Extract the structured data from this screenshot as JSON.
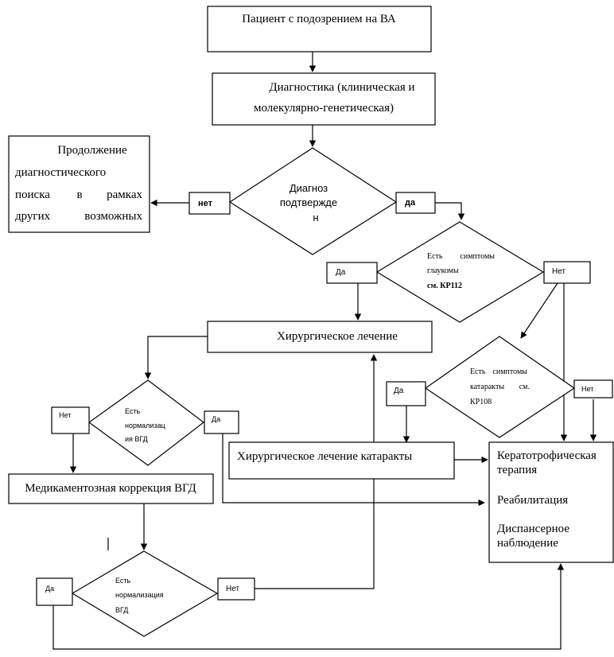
{
  "nodes": {
    "patient": "Пациент с подозрением на ВА",
    "diagnostics_l1": "Диагностика (клиническая и",
    "diagnostics_l2": "молекулярно-генетическая)",
    "continue_l1": "Продолжение",
    "continue_l2": "диагностического",
    "continue_l3a": "поиска",
    "continue_l3b": "в",
    "continue_l3c": "рамках",
    "continue_l4a": "других",
    "continue_l4b": "возможных",
    "diag_q_l1": "Диагноз",
    "diag_q_l2": "подтвержде",
    "diag_q_l3": "н",
    "glaucoma_q_l1a": "Есть",
    "glaucoma_q_l1b": "симптомы",
    "glaucoma_q_l2": "глаукомы",
    "glaucoma_q_l3": "см. КР112",
    "surgery": "Хирургическое лечение",
    "cataract_q_l1a": "Есть",
    "cataract_q_l1b": "симптомы",
    "cataract_q_l2a": "катаракты",
    "cataract_q_l2b": "см.",
    "cataract_q_l3": "КР108",
    "iop_q1_l1": "Есть",
    "iop_q1_l2": "нормализац",
    "iop_q1_l3": "ия ВГД",
    "cataract_surgery": "Хирургическое лечение катаракты",
    "medical_iop": "Медикаментозная коррекция ВГД",
    "therapy_l1": "Кератотрофическая",
    "therapy_l2": "терапия",
    "therapy_l3": "Реабилитация",
    "therapy_l4": "Диспансерное",
    "therapy_l5": "наблюдение",
    "iop_q2_l1": "Есть",
    "iop_q2_l2": "нормализация",
    "iop_q2_l3": "ВГД"
  },
  "labels": {
    "no_lower": "нет",
    "yes_lower": "да",
    "yes": "Да",
    "no": "Нет"
  }
}
